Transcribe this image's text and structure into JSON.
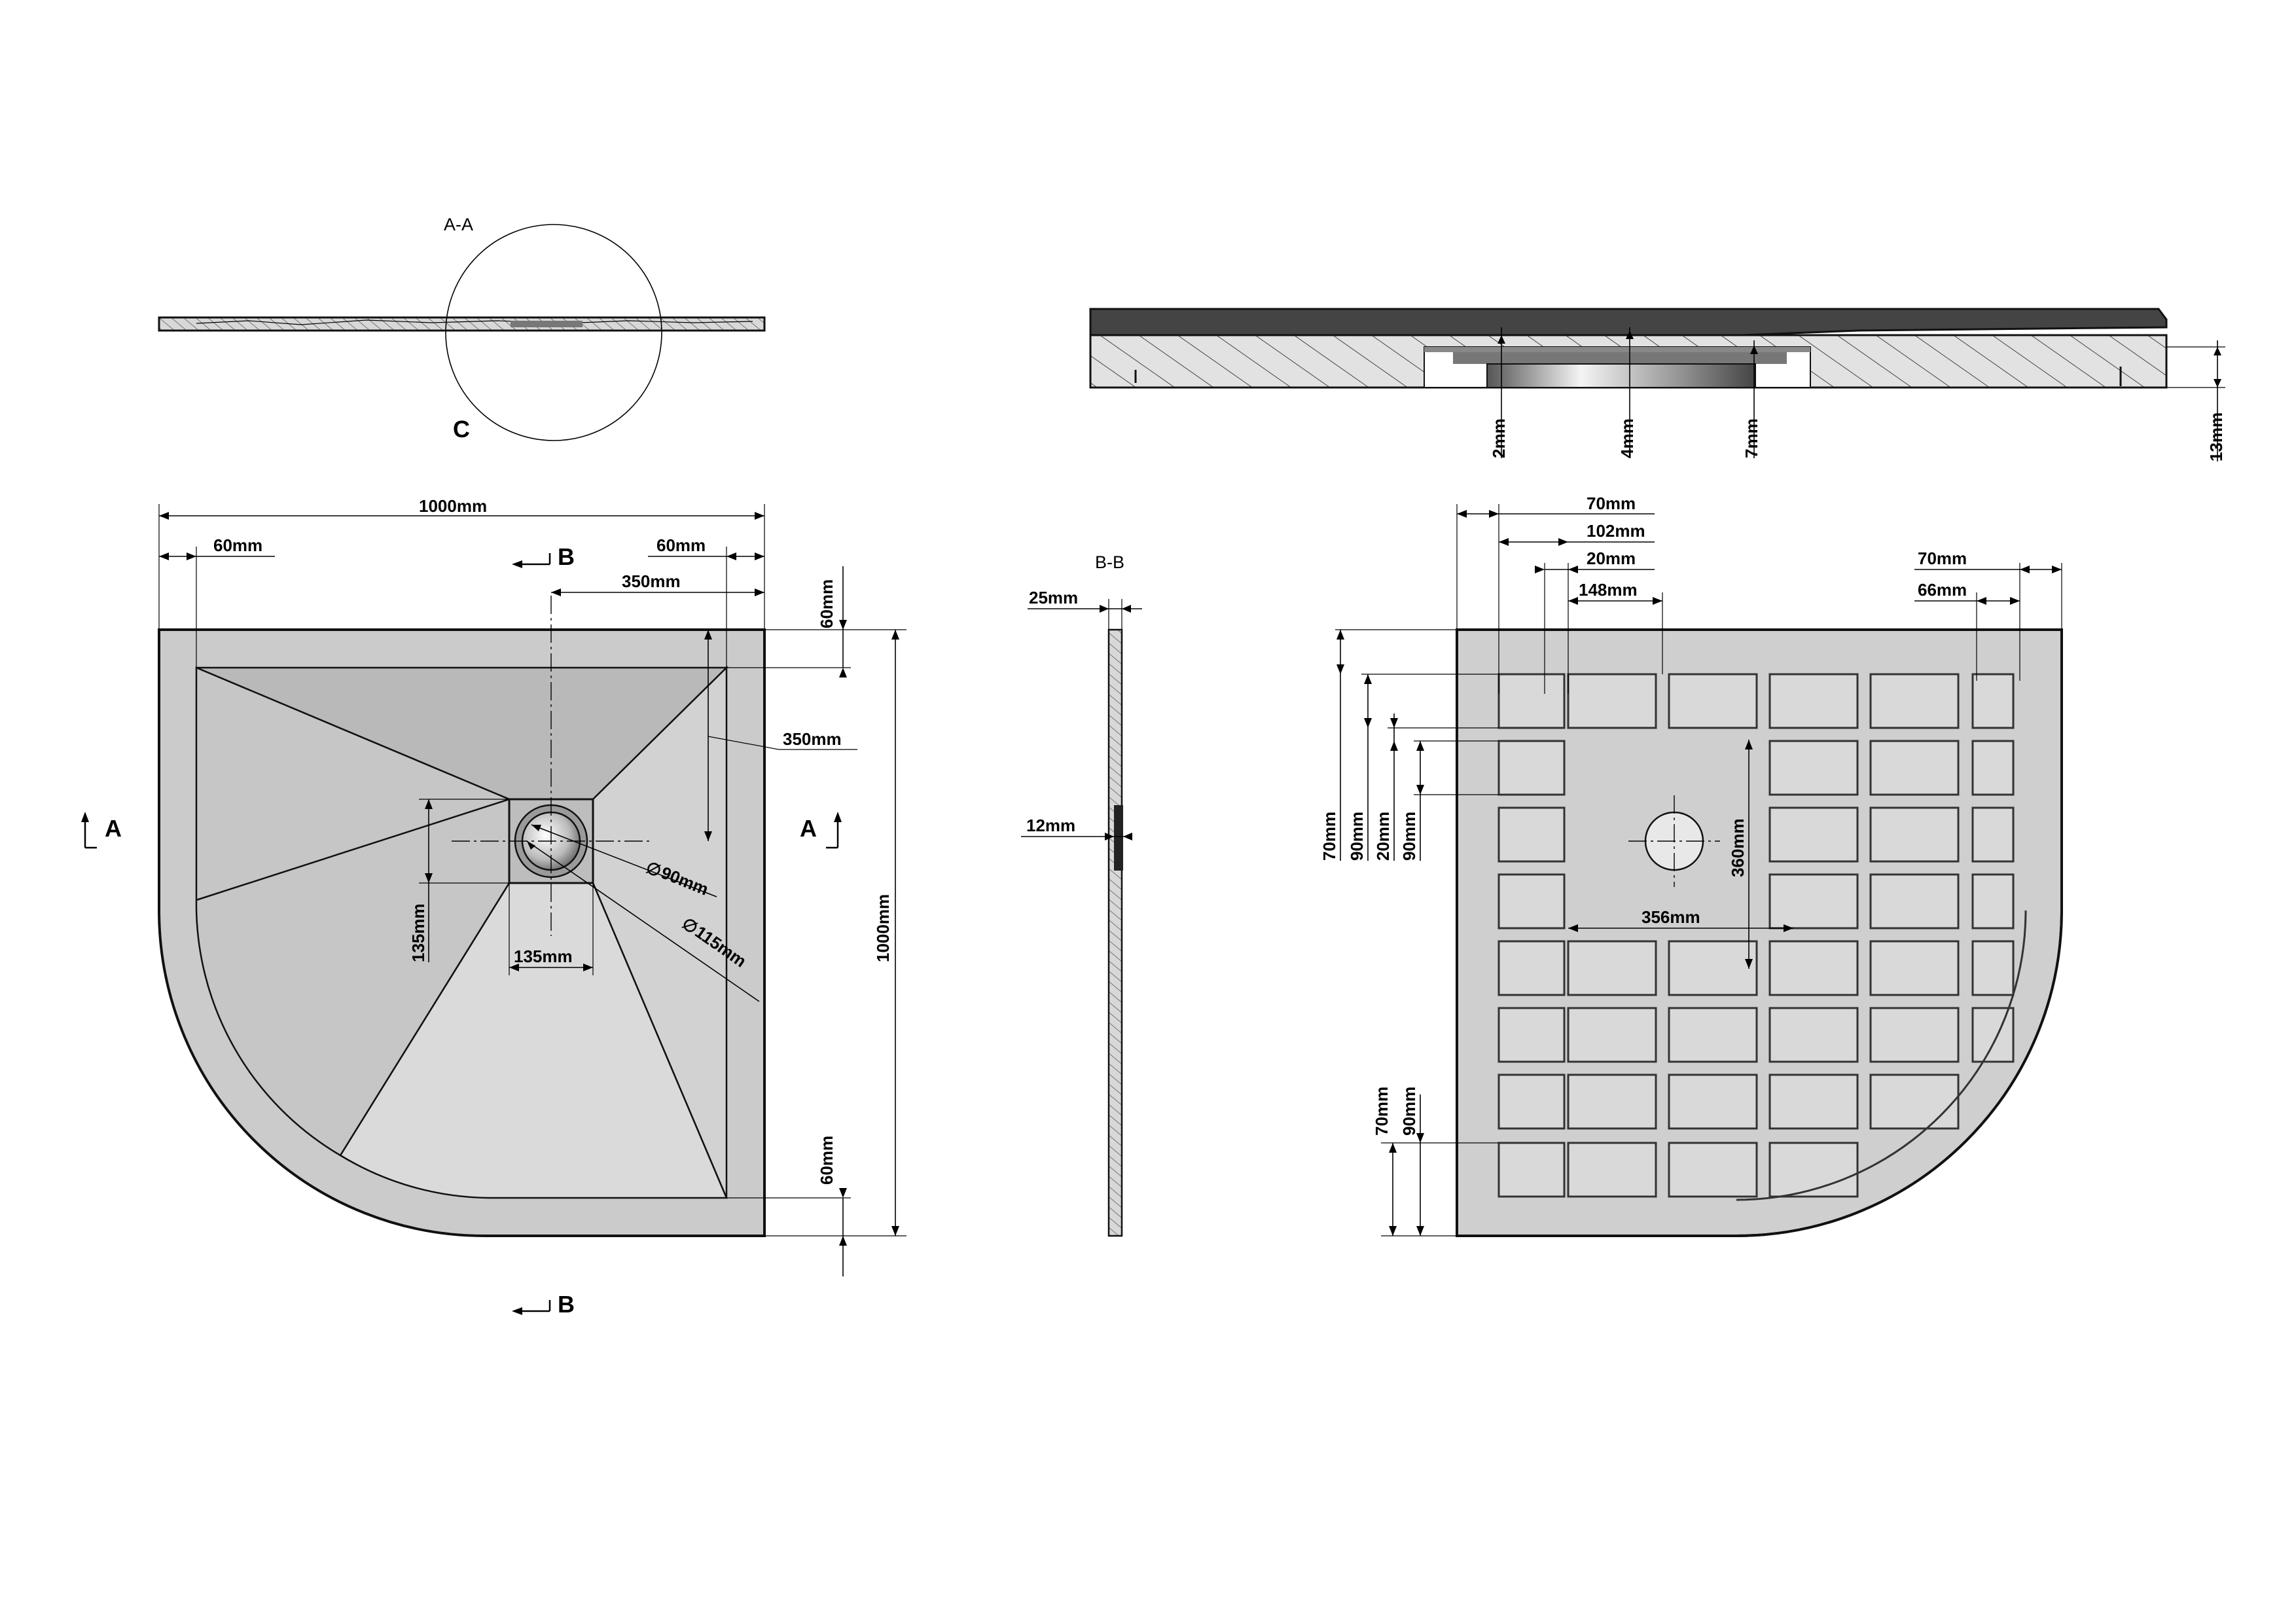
{
  "colors": {
    "outline": "#111111",
    "rim": "#cbcbcb",
    "basin_top": "#b9b9b9",
    "basin_right": "#d2d2d2",
    "basin_bottom": "#dadada",
    "basin_left": "#c6c6c6",
    "underside": "#cfcfcf",
    "cell": "#d9d9d9",
    "cell_line": "#333333",
    "dark_top": "#444444",
    "hatch_fill": "#e2e2e2"
  },
  "icons": {
    "section_arrow": "section-arrow-icon",
    "diameter": "diameter-symbol-icon"
  },
  "section_aa": {
    "title": "A-A",
    "detail_label": "C"
  },
  "section_bb": {
    "title": "B-B",
    "thickness": "25mm",
    "drain_depth": "12mm"
  },
  "markers": {
    "a_left": "A",
    "a_right": "A",
    "b_top": "B",
    "b_bottom": "B"
  },
  "top_view": {
    "width": "1000mm",
    "left_border": "60mm",
    "right_border": "60mm",
    "drain_offset_x": "350mm",
    "top_border": "60mm",
    "drain_offset_y": "350mm",
    "height": "1000mm",
    "bottom_border": "60mm",
    "drain_box_h": "135mm",
    "drain_box_w": "135mm",
    "drain_inner_dia": "90mm",
    "drain_outer_dia": "115mm"
  },
  "detail_c": {
    "dim_1": "2mm",
    "dim_2": "4mm",
    "dim_3": "7mm",
    "dim_4": "13mm"
  },
  "bottom_view": {
    "top_1": "70mm",
    "top_2": "102mm",
    "top_3": "20mm",
    "top_4": "148mm",
    "right_1": "70mm",
    "right_2": "66mm",
    "left_1": "70mm",
    "left_2": "90mm",
    "left_3": "20mm",
    "left_4": "90mm",
    "center_v": "360mm",
    "center_h": "356mm",
    "bottom_1": "70mm",
    "bottom_2": "90mm"
  }
}
